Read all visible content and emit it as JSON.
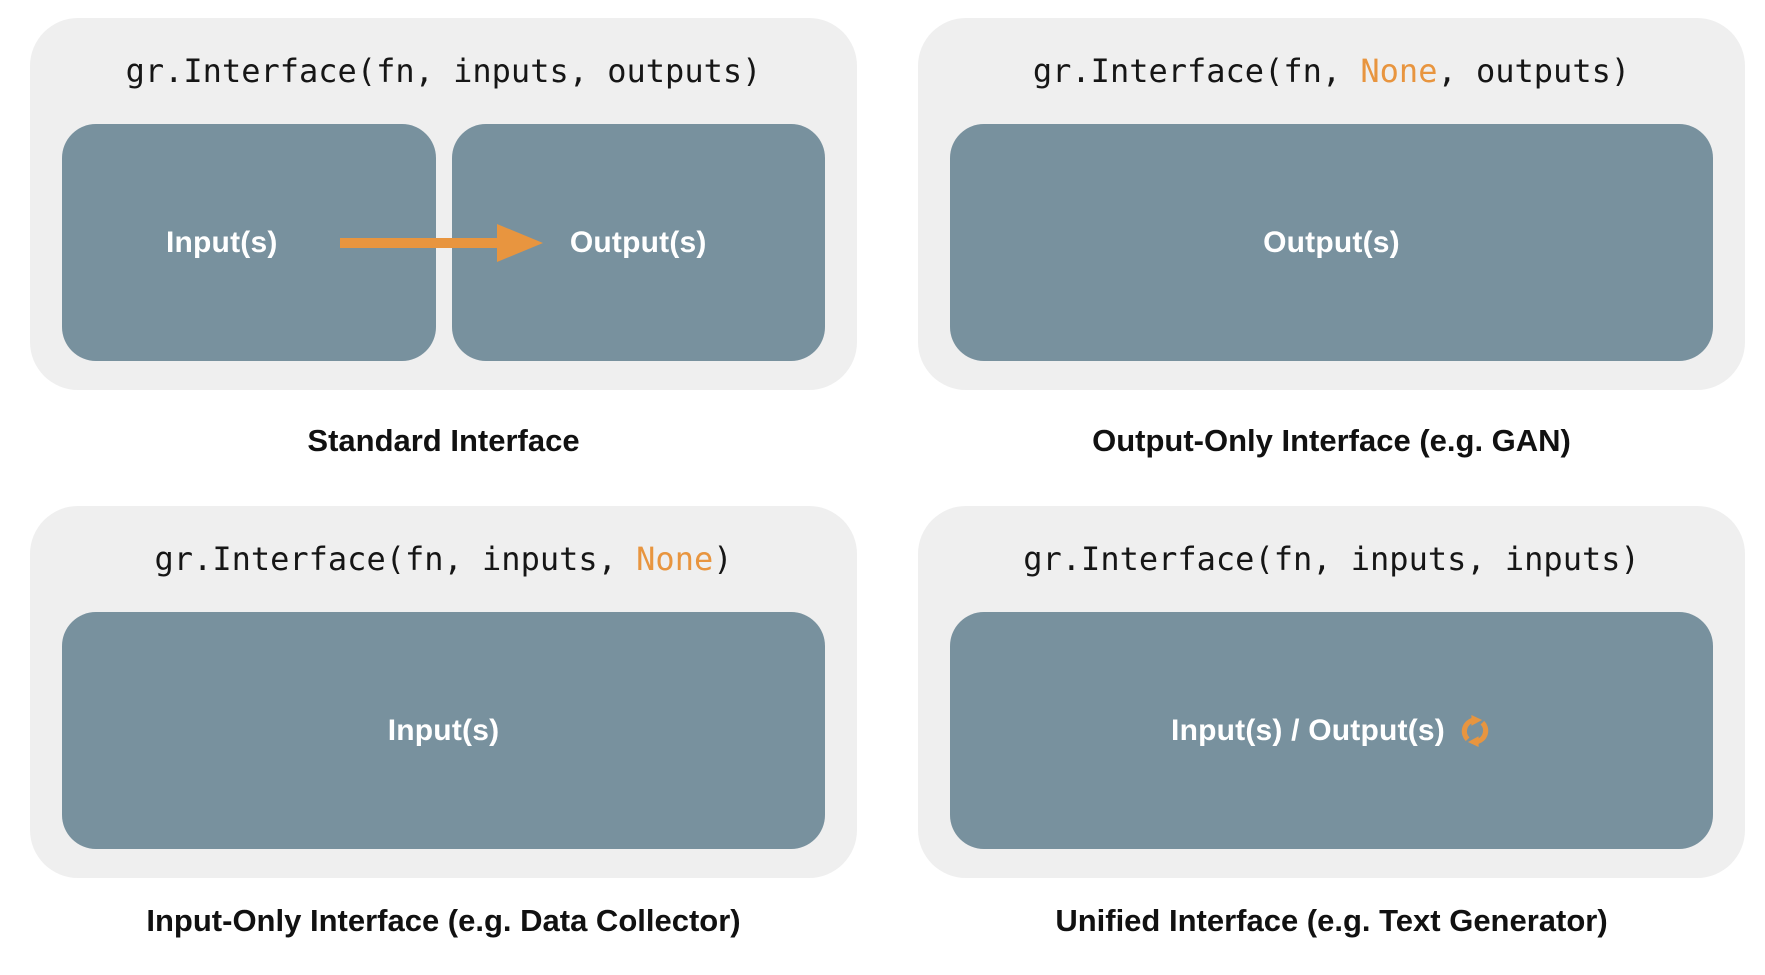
{
  "colors": {
    "card_bg": "#efefef",
    "box_bg": "#78919e",
    "accent": "#e8953f",
    "ink": "#111111",
    "code_ink": "#161616",
    "box_label": "#ffffff"
  },
  "panels": {
    "standard": {
      "code": {
        "pre": "gr.Interface(fn, inputs, outputs)",
        "highlight": "",
        "post": ""
      },
      "boxes": {
        "input": "Input(s)",
        "output": "Output(s)"
      },
      "arrow_icon": "arrow-right-icon",
      "caption": "Standard Interface"
    },
    "output_only": {
      "code": {
        "pre": "gr.Interface(fn, ",
        "highlight": "None",
        "post": ", outputs)"
      },
      "boxes": {
        "output": "Output(s)"
      },
      "caption": "Output-Only Interface (e.g. GAN)"
    },
    "input_only": {
      "code": {
        "pre": "gr.Interface(fn, inputs, ",
        "highlight": "None",
        "post": ")"
      },
      "boxes": {
        "input": "Input(s)"
      },
      "caption": "Input-Only Interface (e.g. Data Collector)"
    },
    "unified": {
      "code": {
        "pre": "gr.Interface(fn, inputs, inputs)",
        "highlight": "",
        "post": ""
      },
      "boxes": {
        "unified": "Input(s) / Output(s)"
      },
      "cycle_icon": "cycle-icon",
      "caption": "Unified Interface (e.g. Text Generator)"
    }
  }
}
